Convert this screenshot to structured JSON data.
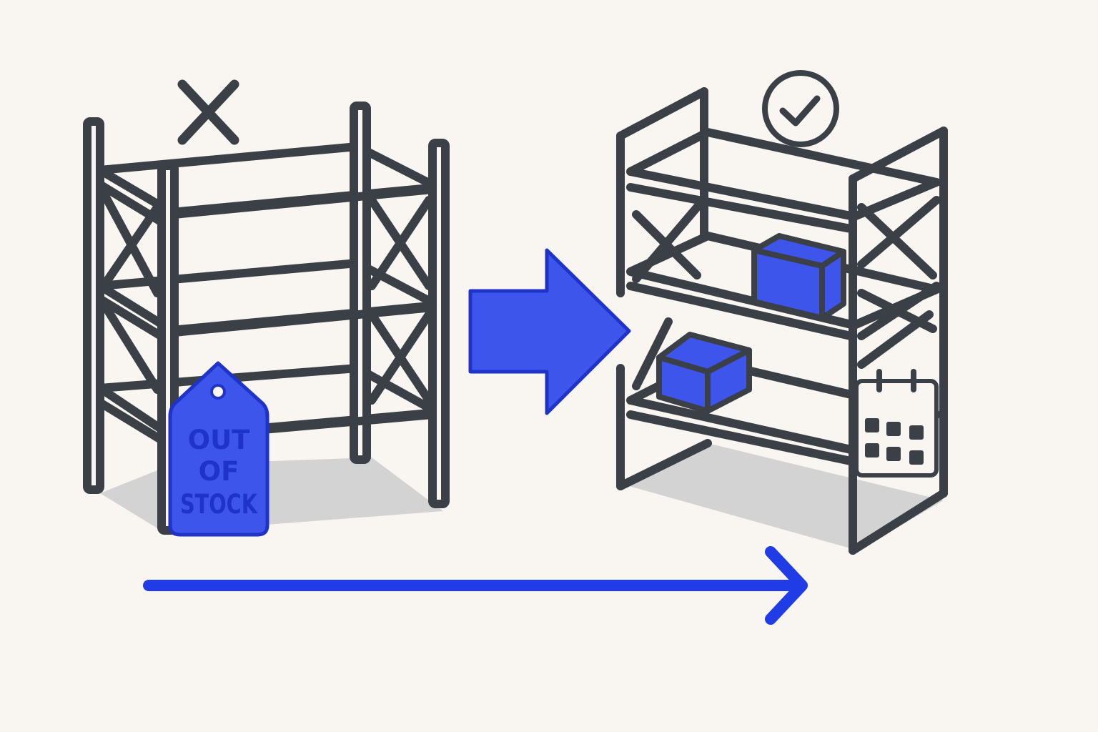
{
  "colors": {
    "background": "#f9f6f1",
    "frame": "#3b4046",
    "accent": "#3d55ea",
    "accent_dark": "#1f33c9",
    "shadow": "#d3d3d3",
    "shelf_fill": "#f9f6f1"
  },
  "left_panel": {
    "state_icon": "x-mark-icon",
    "tag_lines": [
      "OUT",
      "OF",
      "STOCK"
    ]
  },
  "middle": {
    "icon": "right-arrow-icon"
  },
  "right_panel": {
    "state_icon": "checkmark-circle-icon",
    "boxes": 2,
    "calendar_icon": "calendar-icon"
  },
  "bottom": {
    "icon": "timeline-arrow-icon"
  }
}
